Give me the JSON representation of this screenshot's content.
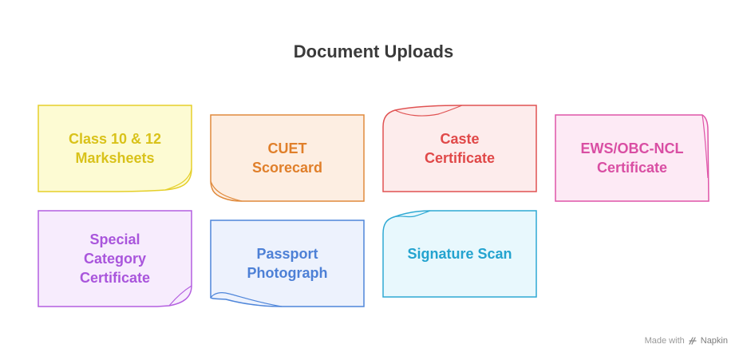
{
  "title": "Document Uploads",
  "colors": {
    "yellow_fill": "#fdfbd3",
    "yellow_stroke": "#e5cf2a",
    "yellow_text": "#d9c21a",
    "orange_fill": "#fdeee2",
    "orange_stroke": "#e08a3c",
    "orange_text": "#e07f2a",
    "red_fill": "#fdecec",
    "red_stroke": "#e05252",
    "red_text": "#e04848",
    "pink_fill": "#fdeaf5",
    "pink_stroke": "#df55a8",
    "pink_text": "#d94ea3",
    "purple_fill": "#f7ecfd",
    "purple_stroke": "#b45fe0",
    "purple_text": "#a955dc",
    "blue_fill": "#edf2fd",
    "blue_stroke": "#4f86da",
    "blue_text": "#4d80d6",
    "cyan_fill": "#e8f8fd",
    "cyan_stroke": "#2fa9d3",
    "cyan_text": "#23a3cf"
  },
  "cards": [
    {
      "label": "Class 10 & 12 Marksheets"
    },
    {
      "label": "CUET Scorecard"
    },
    {
      "label": "Caste Certificate"
    },
    {
      "label": "EWS/OBC-NCL Certificate"
    },
    {
      "label": "Special Category Certificate"
    },
    {
      "label": "Passport Photograph"
    },
    {
      "label": "Signature Scan"
    }
  ],
  "watermark": {
    "prefix": "Made with",
    "brand": "Napkin"
  }
}
